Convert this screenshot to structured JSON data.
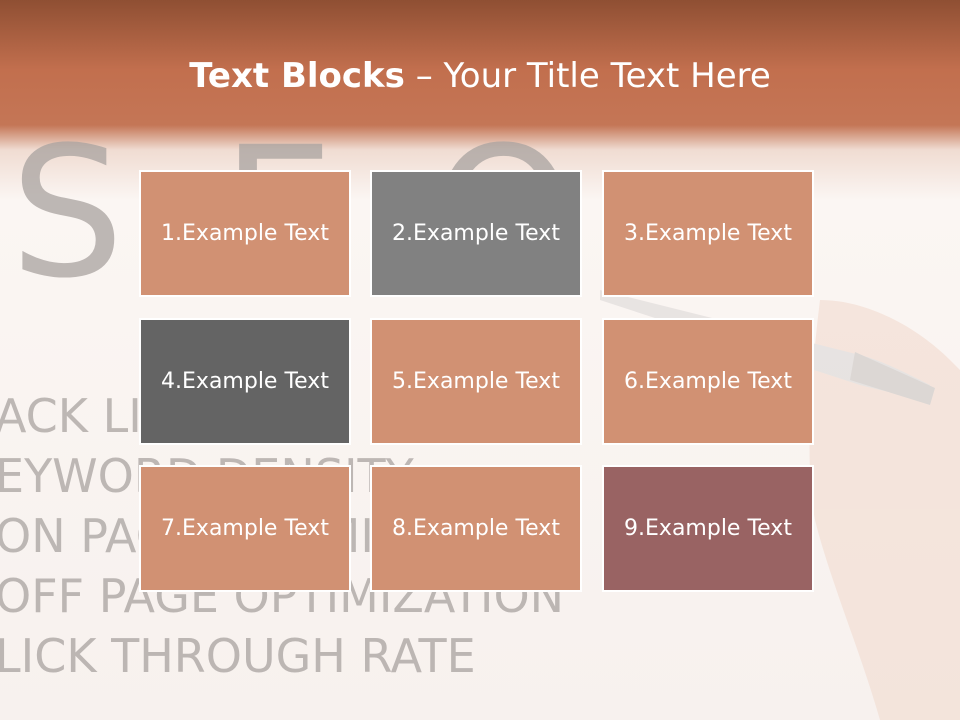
{
  "title": {
    "bold": "Text Blocks",
    "separator": " – ",
    "rest": "Your Title Text Here"
  },
  "background": {
    "big_letters": "S.E.O.",
    "lines": [
      "ACK LINK            STRA",
      "EYWORD DENSITY",
      "ON PAGE OPTIMIZATION",
      "OFF PAGE OPTIMIZATION",
      "LICK THROUGH RATE"
    ]
  },
  "blocks": [
    {
      "label": "1.Example Text",
      "color": "#d19173"
    },
    {
      "label": "2.Example Text",
      "color": "#818181"
    },
    {
      "label": "3.Example Text",
      "color": "#d19173"
    },
    {
      "label": "4.Example Text",
      "color": "#646464"
    },
    {
      "label": "5.Example Text",
      "color": "#d19173"
    },
    {
      "label": "6.Example Text",
      "color": "#d19173"
    },
    {
      "label": "7.Example Text",
      "color": "#d19173"
    },
    {
      "label": "8.Example Text",
      "color": "#d19173"
    },
    {
      "label": "9.Example Text",
      "color": "#996363"
    }
  ]
}
